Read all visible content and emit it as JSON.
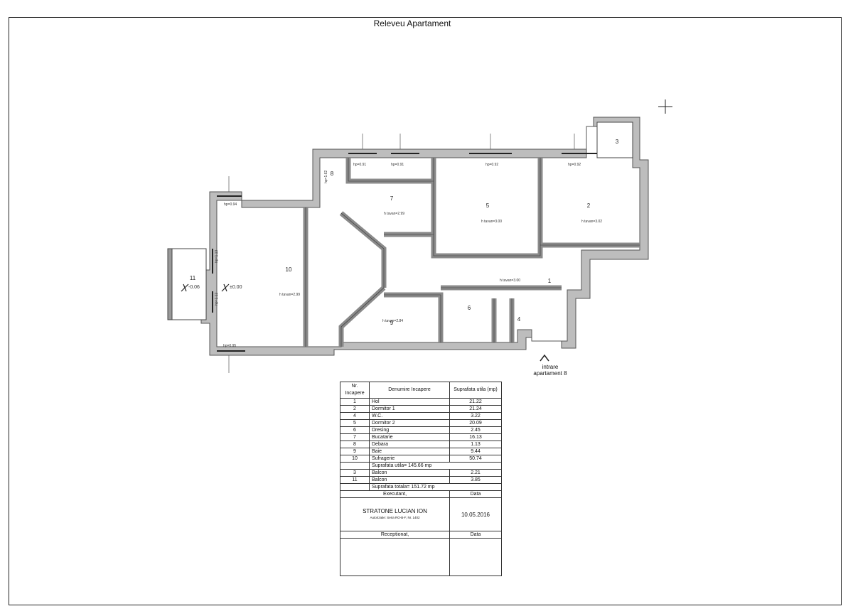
{
  "title": "Releveu Apartament",
  "plan": {
    "room_labels": [
      {
        "nr": "1",
        "tag": "room-1"
      },
      {
        "nr": "2",
        "tag": "room-2"
      },
      {
        "nr": "3",
        "tag": "room-3"
      },
      {
        "nr": "4",
        "tag": "room-4"
      },
      {
        "nr": "5",
        "tag": "room-5"
      },
      {
        "nr": "6",
        "tag": "room-6"
      },
      {
        "nr": "7",
        "tag": "room-7"
      },
      {
        "nr": "8",
        "tag": "room-8"
      },
      {
        "nr": "9",
        "tag": "room-9"
      },
      {
        "nr": "10",
        "tag": "room-10"
      },
      {
        "nr": "11",
        "tag": "room-11"
      }
    ],
    "ceiling_heights": [
      "h tavan=2.99",
      "h tavan=3.00",
      "h tavan=3.02",
      "h tavan=2.99",
      "h tavan=3.00",
      "h tavan=2.84"
    ],
    "window_sills": [
      "hp=0.91",
      "hp=0.91",
      "hp=0.92",
      "hp=0.92",
      "hp=0.94",
      "hp=0.95",
      "hp=1.13",
      "hp=1.12",
      "hp=1.62"
    ],
    "levels": [
      "-0.06",
      "±0.00"
    ],
    "entrance_line1": "intrare",
    "entrance_line2": "apartament 8"
  },
  "table": {
    "headers": [
      "Nr. Incapere",
      "Denumire Incapere",
      "Suprafata utila (mp)"
    ],
    "rows": [
      {
        "nr": "1",
        "name": "Hol",
        "area": "21.22"
      },
      {
        "nr": "2",
        "name": "Dormitor 1",
        "area": "21.24"
      },
      {
        "nr": "4",
        "name": "W.C.",
        "area": "3.22"
      },
      {
        "nr": "5",
        "name": "Dormitor 2",
        "area": "20.09"
      },
      {
        "nr": "6",
        "name": "Dresing",
        "area": "2.45"
      },
      {
        "nr": "7",
        "name": "Bucatarie",
        "area": "16.13"
      },
      {
        "nr": "8",
        "name": "Debara",
        "area": "1.13"
      },
      {
        "nr": "9",
        "name": "Baie",
        "area": "9.44"
      },
      {
        "nr": "10",
        "name": "Sufragerie",
        "area": "50.74"
      }
    ],
    "subtotal_utila": "Suprafata utila= 145.66 mp",
    "balcony_rows": [
      {
        "nr": "3",
        "name": "Balcon",
        "area": "2.21"
      },
      {
        "nr": "11",
        "name": "Balcon",
        "area": "3.85"
      }
    ],
    "total": "Suprafata totala= 151.72 mp",
    "executant_label": "Executant,",
    "data_label": "Data",
    "executant_name": "STRATONE LUCIAN ION",
    "executant_auth": "Autorizatie: Seria RO-B-F, Nr. 1402",
    "executant_date": "10.05.2016",
    "receptionat_label": "Receptionat,",
    "data_label_2": "Data"
  },
  "colors": {
    "wall": "#a9a9a9",
    "wall_stroke": "#444444",
    "line": "#333333"
  }
}
